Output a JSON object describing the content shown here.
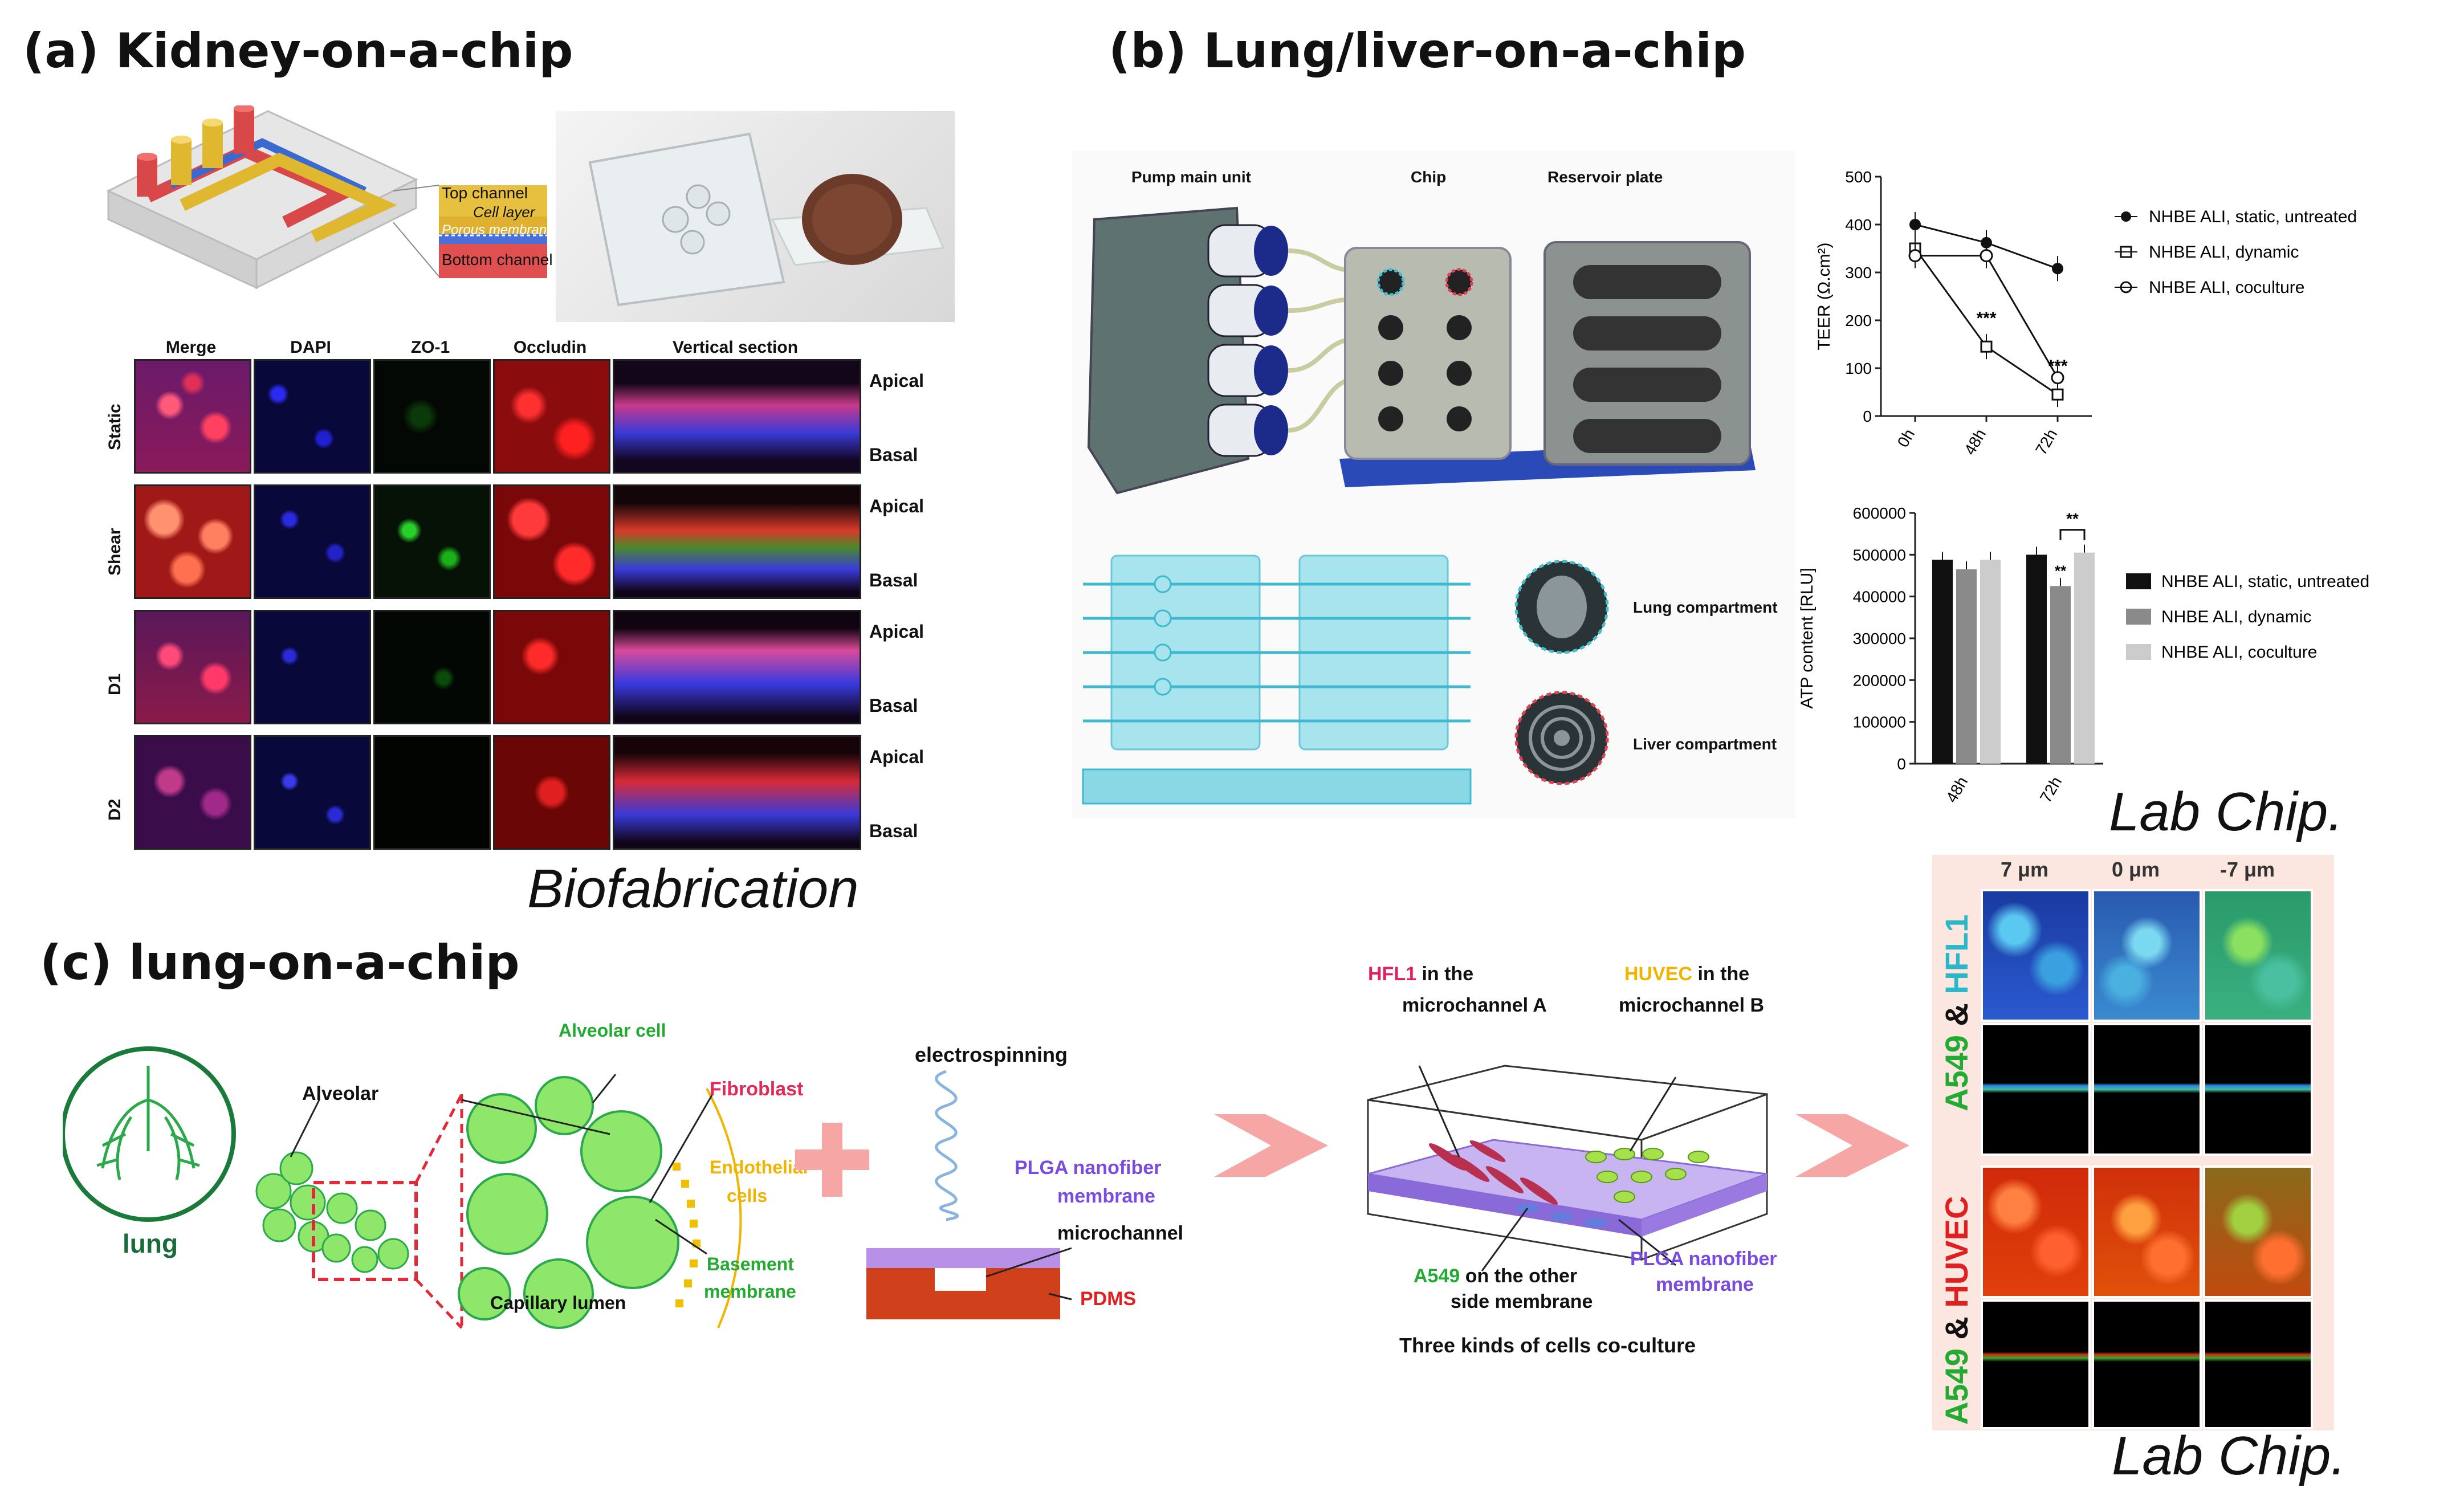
{
  "panel_a": {
    "title": "(a) Kidney-on-a-chip",
    "chip_labels": [
      "Top channel",
      "Cell layer",
      "Porous membrane",
      "Bottom channel"
    ],
    "column_headers": [
      "Merge",
      "DAPI",
      "ZO-1",
      "Occludin",
      "Vertical section"
    ],
    "row_labels": [
      "Static",
      "Shear",
      "D1",
      "D2"
    ],
    "apical": "Apical",
    "basal": "Basal",
    "source": "Biofabrication"
  },
  "panel_b": {
    "title": "(b) Lung/liver-on-a-chip",
    "device_labels": [
      "Pump main unit",
      "Chip",
      "Reservoir plate"
    ],
    "lung_compartment": "Lung compartment",
    "liver_compartment": "Liver compartment",
    "source": "Lab Chip."
  },
  "panel_c": {
    "title": "(c) lung-on-a-chip",
    "lung": "lung",
    "alveolar": "Alveolar",
    "alveolar_cell": "Alveolar cell",
    "fibroblast": "Fibroblast",
    "endothelial": "Endothelial",
    "cells": "cells",
    "basement": "Basement",
    "membrane": "membrane",
    "capillary": "Capillary lumen",
    "electrospinning": "electrospinning",
    "plga1": "PLGA nanofiber",
    "plga2": "membrane",
    "microchannel": "microchannel",
    "pdms": "PDMS",
    "hfl1": "HFL1",
    "hfl1_rest": " in the",
    "channel_a": "microchannel  A",
    "huvec": "HUVEC",
    "huvec_rest": " in the",
    "channel_b": "microchannel  B",
    "a549": "A549",
    "a549_rest": " on the other",
    "side_membrane": "side membrane",
    "plga_b1": "PLGA nanofiber",
    "plga_b2": "membrane",
    "coculture": "Three kinds of cells co-culture",
    "depths": [
      "7 μm",
      "0 μm",
      "-7 μm"
    ],
    "side_a549": "A549",
    "side_amp": " & ",
    "side_hfl1": "HFL1",
    "side_huvec": "HUVEC",
    "source": "Lab Chip."
  },
  "colors": {
    "fluor_green": "#2ecc40",
    "hfl1": "#2ab8c8",
    "huvec": "#e02020",
    "accent_red": "#e8485a",
    "yellow_orange": "#f0b400",
    "purple": "#7a4be0",
    "pink_arrow": "#f7a6a6",
    "bar_black": "#111111",
    "bar_dark_grey": "#8a8a8a",
    "bar_light_grey": "#cccccc"
  },
  "chart_data": [
    {
      "type": "line",
      "x": [
        "0h",
        "48h",
        "72h"
      ],
      "ylabel": "TEER (Ω.cm²)",
      "ylim": [
        0,
        500
      ],
      "yticks": [
        0,
        100,
        200,
        300,
        400,
        500
      ],
      "series": [
        {
          "name": "NHBE ALI, static, untreated",
          "marker": "filled-circle",
          "values": [
            400,
            362,
            308
          ]
        },
        {
          "name": "NHBE ALI, dynamic",
          "marker": "open-square",
          "values": [
            350,
            145,
            45
          ]
        },
        {
          "name": "NHBE ALI, coculture",
          "marker": "open-circle",
          "values": [
            335,
            335,
            80
          ]
        }
      ],
      "annotations": [
        {
          "x": "48h",
          "text": "***"
        },
        {
          "x": "72h",
          "text": "***"
        }
      ],
      "legend": "right"
    },
    {
      "type": "bar",
      "categories": [
        "48h",
        "72h"
      ],
      "ylabel": "ATP content [RLU]",
      "ylim": [
        0,
        600000
      ],
      "yticks": [
        0,
        100000,
        200000,
        300000,
        400000,
        500000,
        600000
      ],
      "series": [
        {
          "name": "NHBE ALI, static, untreated",
          "color": "#111111",
          "values": [
            488000,
            500000
          ]
        },
        {
          "name": "NHBE ALI, dynamic",
          "color": "#8a8a8a",
          "values": [
            465000,
            425000
          ]
        },
        {
          "name": "NHBE ALI, coculture",
          "color": "#cccccc",
          "values": [
            488000,
            505000
          ]
        }
      ],
      "annotations": [
        {
          "x": "72h",
          "text": "**"
        },
        {
          "x": "72h",
          "text": "**"
        }
      ],
      "legend": "right"
    }
  ]
}
